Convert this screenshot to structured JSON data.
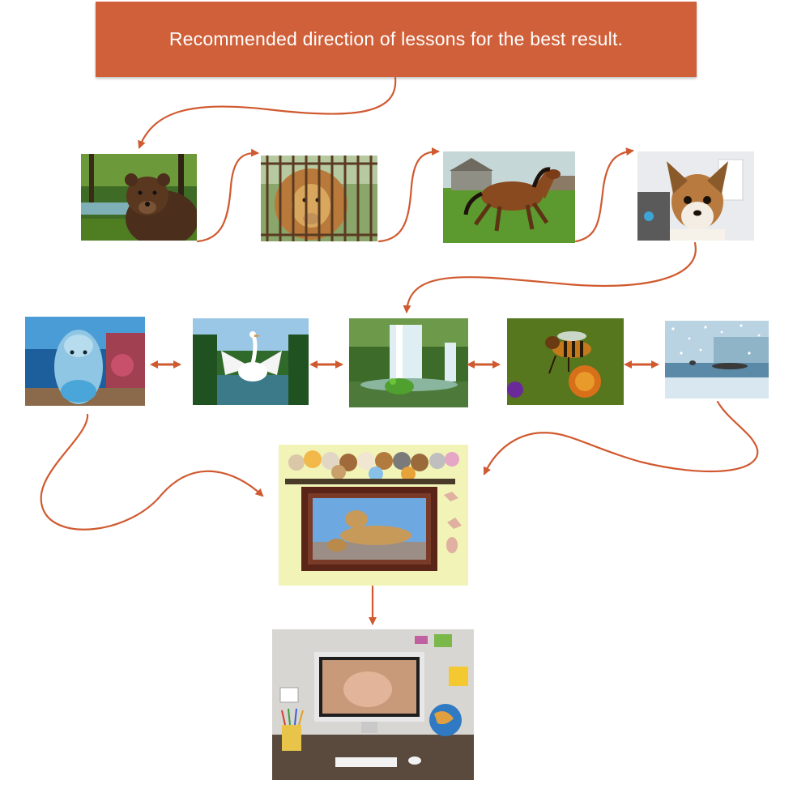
{
  "header": {
    "title": "Recommended direction of lessons for the best result."
  },
  "lessons": {
    "row1": [
      "bear",
      "lion",
      "horse",
      "dog"
    ],
    "row2": [
      "dolphin",
      "swan",
      "frog-waterfall",
      "bee",
      "seal-snow"
    ],
    "summary": "lioness-and-cub-frame",
    "final": "desk-computer"
  },
  "colors": {
    "accent": "#d0603a",
    "arrow": "#d05a30"
  }
}
